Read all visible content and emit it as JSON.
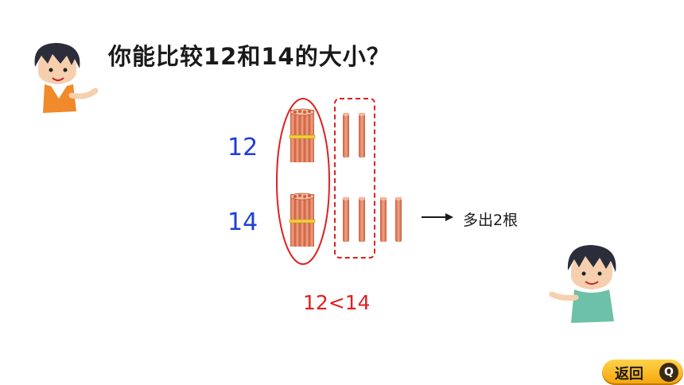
{
  "question": "你能比较12和14的大小？",
  "labels": {
    "twelve": "12",
    "fourteen": "14"
  },
  "annotation": "多出2根",
  "comparison": "12<14",
  "back_button": {
    "label": "返回",
    "icon": "search-icon"
  },
  "colors": {
    "number_blue": "#1f3fd6",
    "highlight_red": "#e02020",
    "stick_orange": "#e8896a"
  }
}
